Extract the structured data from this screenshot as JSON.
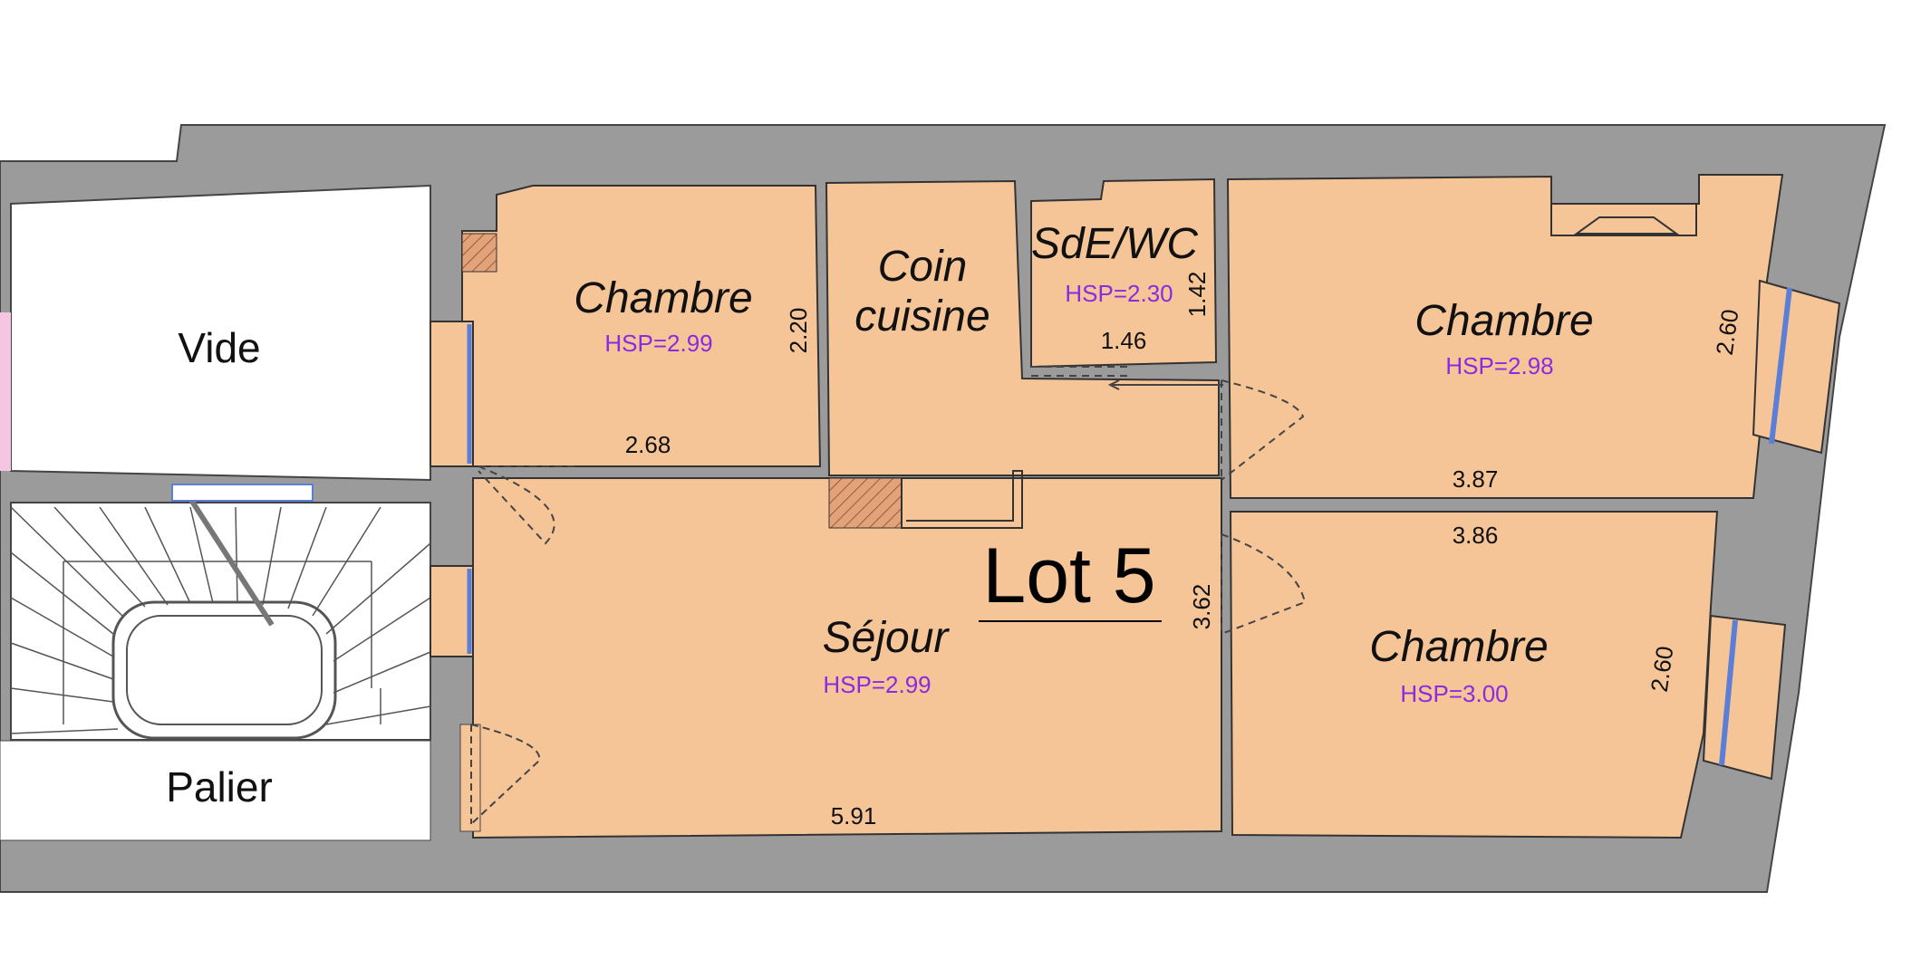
{
  "plan": {
    "lot_title": "Lot 5",
    "rooms": {
      "chambre_1": {
        "name": "Chambre",
        "hsp": "HSP=2.99",
        "dim_w": "2.68",
        "dim_h": "2.20"
      },
      "coin_cuisine": {
        "name_line1": "Coin",
        "name_line2": "cuisine"
      },
      "sde_wc": {
        "name": "SdE/WC",
        "hsp": "HSP=2.30",
        "dim_w": "1.46",
        "dim_h": "1.42"
      },
      "chambre_2": {
        "name": "Chambre",
        "hsp": "HSP=2.98",
        "dim_w": "3.87",
        "dim_h": "2.60"
      },
      "chambre_3": {
        "name": "Chambre",
        "hsp": "HSP=3.00",
        "dim_w": "3.86",
        "dim_h": "2.60"
      },
      "sejour": {
        "name": "Séjour",
        "hsp": "HSP=2.99",
        "dim_w": "5.91",
        "dim_h": "3.62"
      }
    },
    "outside": {
      "vide": "Vide",
      "palier": "Palier"
    }
  },
  "colors": {
    "wall": "#9b9b9b",
    "room_fill": "#f5c497",
    "hsp_text": "#8a2be2",
    "window": "#5b7fd6"
  }
}
